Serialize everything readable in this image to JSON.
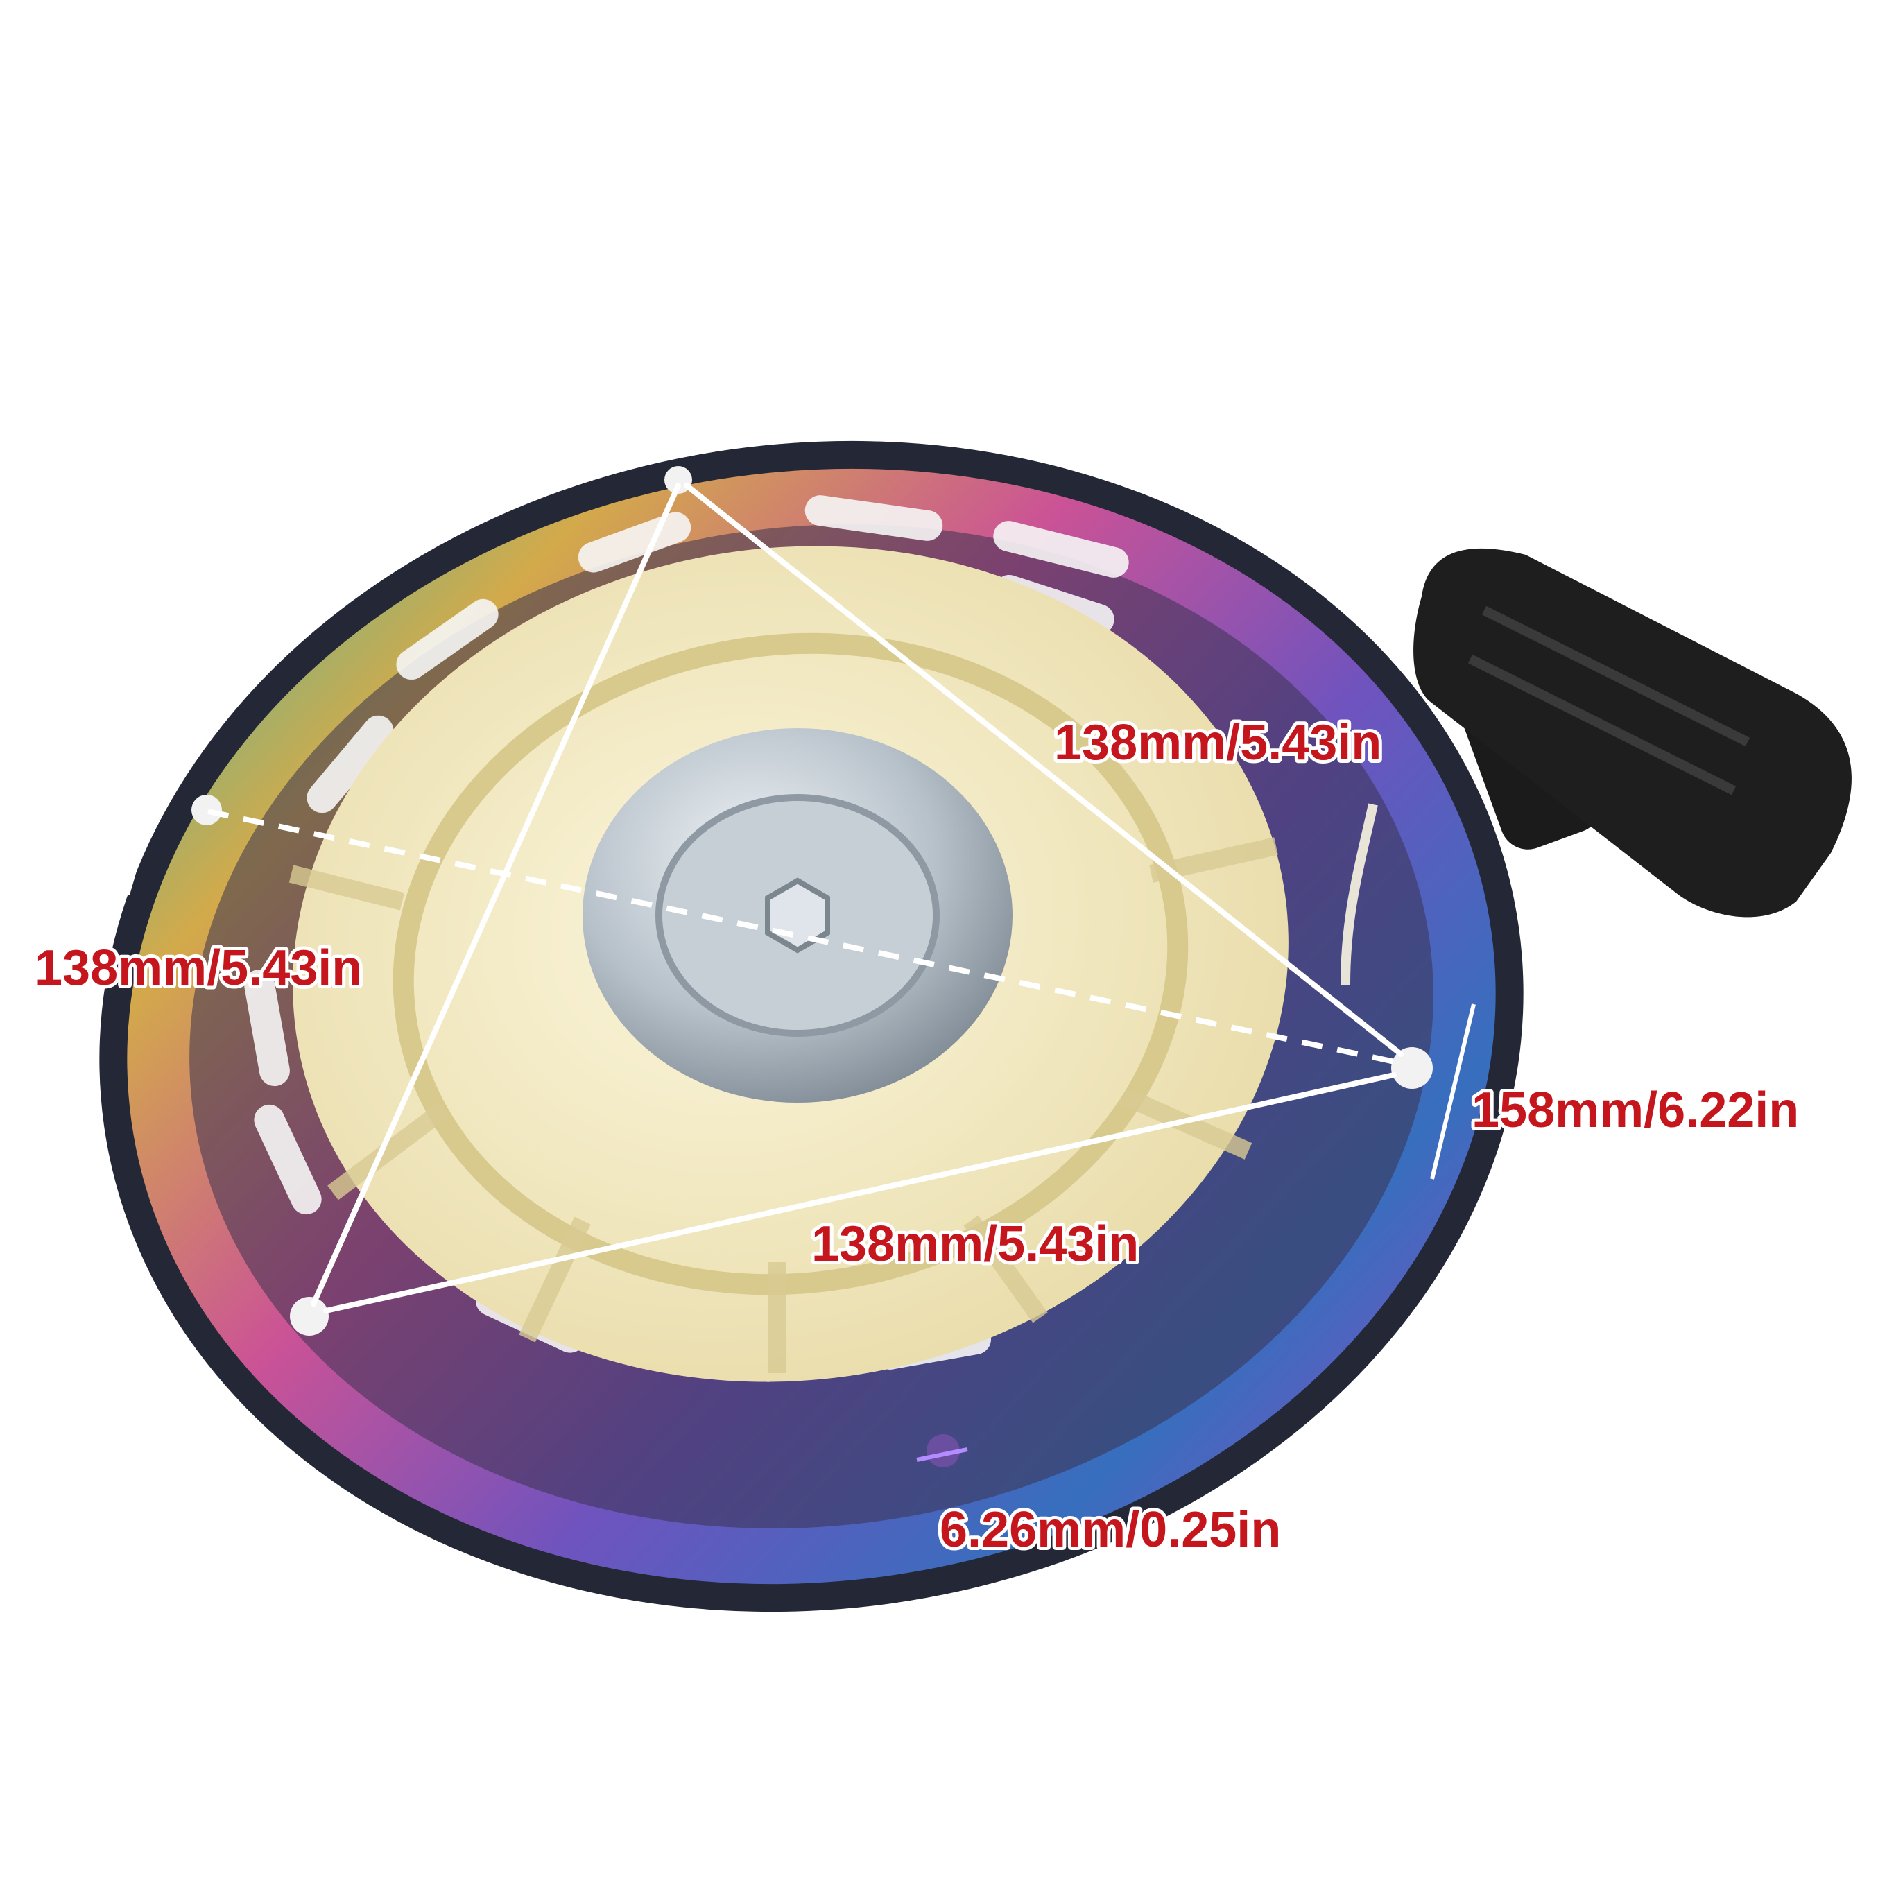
{
  "product": {
    "description_hidden": "",
    "colors": {
      "label": "#c4161c",
      "cover_dark": "#2a2d3a",
      "pulley": "#f4ecc8",
      "handle": "#1b1b1b",
      "metal": "#b9c3cc"
    }
  },
  "dimensions": {
    "top_right_diagonal": "138mm/5.43in",
    "left_dashed_diagonal": "138mm/5.43in",
    "bottom_diagonal": "138mm/5.43in",
    "right_flange_span": "158mm/6.22in",
    "hole_diameter": "6.26mm/0.25in"
  }
}
